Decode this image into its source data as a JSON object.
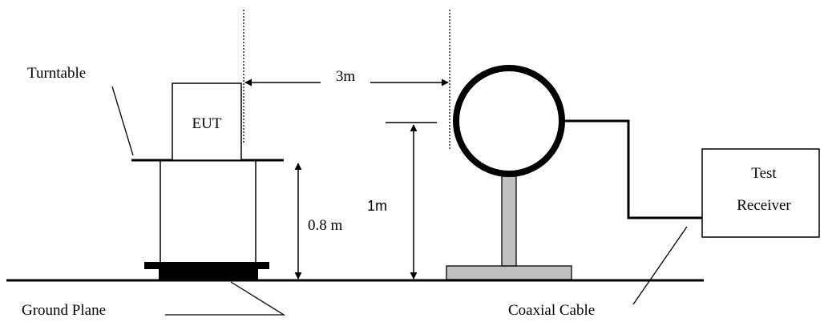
{
  "labels": {
    "turntable": "Turntable",
    "eut": "EUT",
    "distance": "3m",
    "table_height": "0.8 m",
    "antenna_height": "1m",
    "receiver_line1": "Test",
    "receiver_line2": "Receiver",
    "ground_plane": "Ground Plane",
    "coaxial_cable": "Coaxial Cable"
  },
  "colors": {
    "line": "#000000",
    "antenna_stand": "#c0c0c0"
  }
}
